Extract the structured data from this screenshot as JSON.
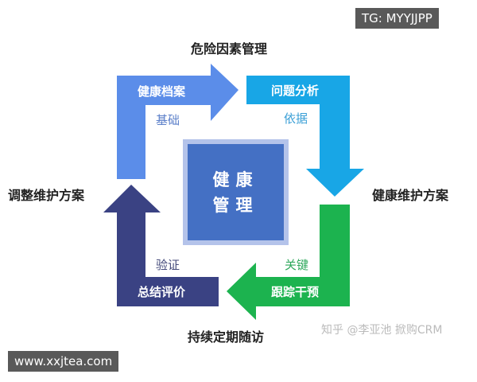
{
  "title": "危险因素管理",
  "center": {
    "line1": "健康",
    "line2": "管理"
  },
  "steps": [
    {
      "label": "健康档案",
      "sub": "基础",
      "color": "#5b8de9"
    },
    {
      "label": "问题分析",
      "sub": "依据",
      "color": "#18a6e6"
    },
    {
      "label": "跟踪干预",
      "sub": "关键",
      "color": "#1cb34f"
    },
    {
      "label": "总结评价",
      "sub": "验证",
      "color": "#3a4283"
    }
  ],
  "outer_labels": {
    "right": "健康维护方案",
    "bottom": "持续定期随访",
    "left": "调整维护方案"
  },
  "watermarks": {
    "tg": "TG: MYYJJPP",
    "site": "www.xxjtea.com",
    "zhihu": "知乎 @李亚池 掀购CRM"
  }
}
